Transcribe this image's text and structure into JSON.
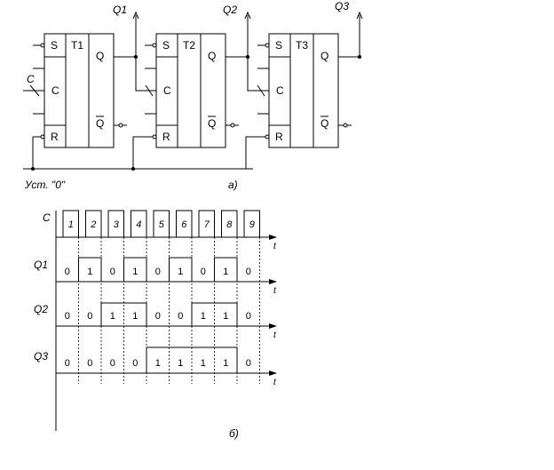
{
  "circuit": {
    "triggers": [
      {
        "name": "T1",
        "s": "S",
        "c": "C",
        "r": "R",
        "q": "Q",
        "qbar": "Q"
      },
      {
        "name": "T2",
        "s": "S",
        "c": "C",
        "r": "R",
        "q": "Q",
        "qbar": "Q"
      },
      {
        "name": "T3",
        "s": "S",
        "c": "C",
        "r": "R",
        "q": "Q",
        "qbar": "Q"
      }
    ],
    "outputs": [
      "Q1",
      "Q2",
      "Q3"
    ],
    "clock_input": "C",
    "reset_label": "Уст. \"0\"",
    "caption": "а)"
  },
  "timing": {
    "caption": "б)",
    "time_label": "t",
    "clock": {
      "label": "C",
      "pulses": [
        "1",
        "2",
        "3",
        "4",
        "5",
        "6",
        "7",
        "8",
        "9"
      ]
    },
    "rows": [
      {
        "label": "Q1",
        "values": [
          "0",
          "1",
          "0",
          "1",
          "0",
          "1",
          "0",
          "1",
          "0"
        ]
      },
      {
        "label": "Q2",
        "values": [
          "0",
          "0",
          "1",
          "1",
          "0",
          "0",
          "1",
          "1",
          "0"
        ]
      },
      {
        "label": "Q3",
        "values": [
          "0",
          "0",
          "0",
          "0",
          "1",
          "1",
          "1",
          "1",
          "0"
        ]
      }
    ]
  }
}
